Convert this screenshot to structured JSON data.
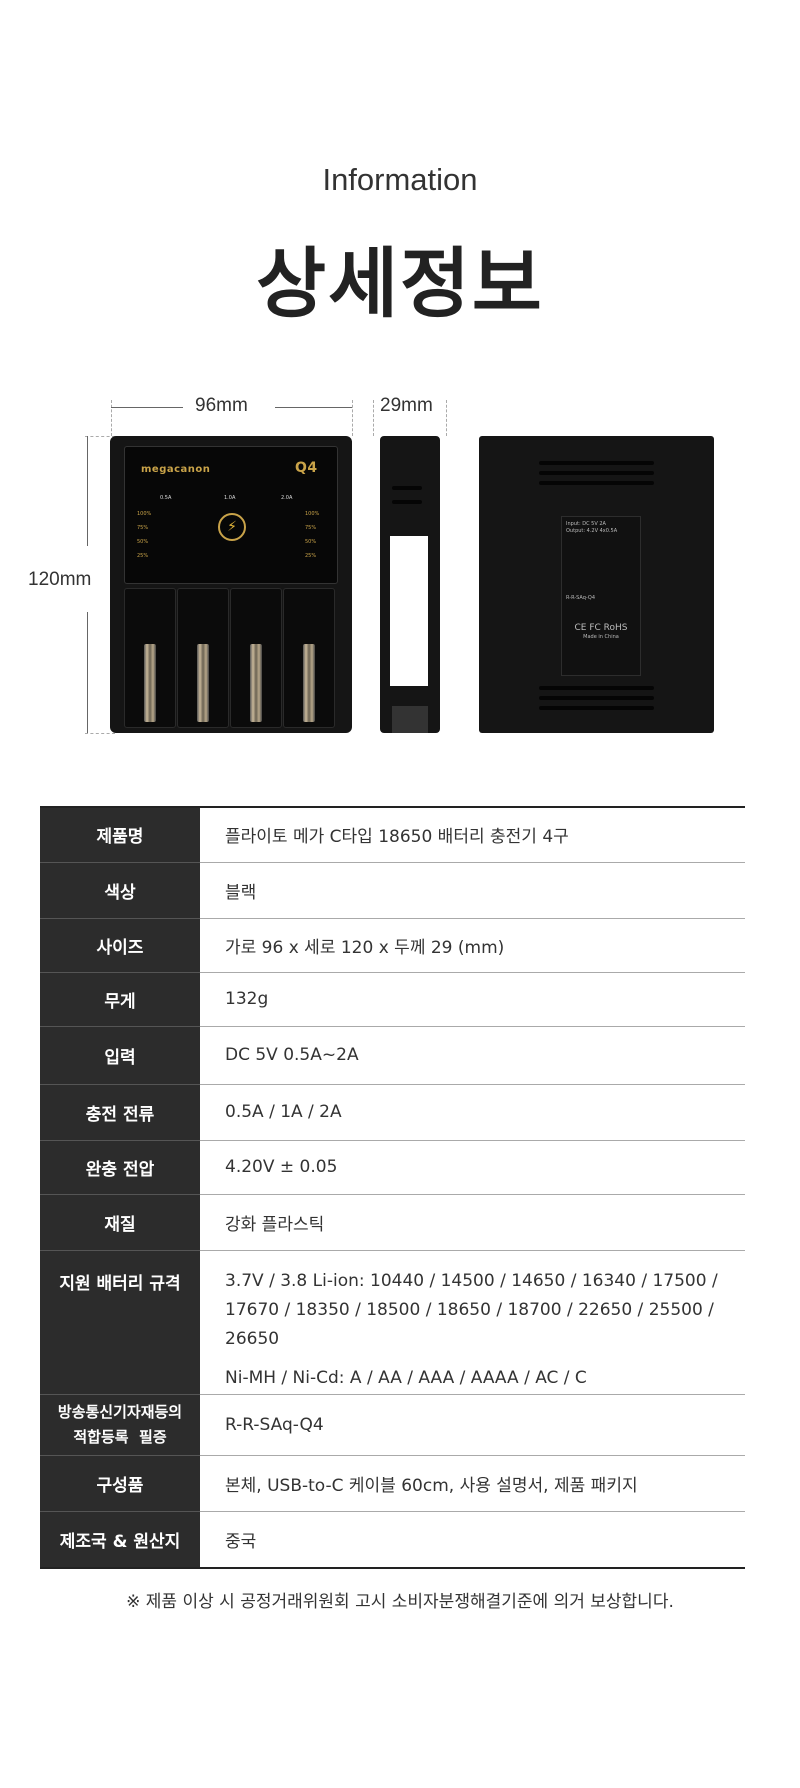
{
  "header": {
    "subtitle": "Information",
    "title": "상세정보"
  },
  "dimensions": {
    "width": "96mm",
    "depth": "29mm",
    "height": "120mm"
  },
  "product_images": {
    "front": {
      "brand": "megacanon",
      "model": "Q4",
      "current_labels": [
        "0.5A",
        "1.0A",
        "2.0A"
      ],
      "levels": [
        "100%",
        "75%",
        "50%",
        "25%"
      ]
    },
    "back": {
      "lines": [
        "Input: DC 5V 2A",
        "Output: 4.2V 4x0.5A",
        "Made in China",
        "CE FC RoHS",
        "R-R-SAq-Q4"
      ]
    }
  },
  "specs": [
    {
      "label": "제품명",
      "value": [
        "플라이토 메가 C타입 18650 배터리 충전기 4구"
      ]
    },
    {
      "label": "색상",
      "value": [
        "블랙"
      ]
    },
    {
      "label": "사이즈",
      "value": [
        "가로 96 x 세로 120 x 두께 29 (mm)"
      ]
    },
    {
      "label": "무게",
      "value": [
        "132g"
      ]
    },
    {
      "label": "입력",
      "value": [
        "DC 5V 0.5A~2A"
      ]
    },
    {
      "label": "충전 전류",
      "value": [
        "0.5A / 1A / 2A"
      ]
    },
    {
      "label": "완충 전압",
      "value": [
        "4.20V ± 0.05"
      ]
    },
    {
      "label": "재질",
      "value": [
        "강화 플라스틱"
      ]
    },
    {
      "label": "지원 배터리 규격",
      "value": [
        "3.7V / 3.8 Li-ion: 10440 / 14500 / 14650 / 16340 / 17500 / 17670 / 18350 / 18500 / 18650 / 18700 / 22650 / 25500 / 26650",
        "Ni-MH / Ni-Cd: A / AA / AAA / AAAA / AC / C"
      ]
    },
    {
      "label": "방송통신기자재등의 적합등록 필증",
      "label_lines": [
        "방송통신기자재등의",
        "적합등록  필증"
      ],
      "value": [
        "R-R-SAq-Q4"
      ]
    },
    {
      "label": "구성품",
      "value": [
        "본체, USB-to-C 케이블 60cm, 사용 설명서, 제품 패키지"
      ]
    },
    {
      "label": "제조국 & 원산지",
      "value": [
        "중국"
      ]
    }
  ],
  "footer_note": "※ 제품 이상 시 공정거래위원회 고시 소비자분쟁해결기준에 의거 보상합니다."
}
